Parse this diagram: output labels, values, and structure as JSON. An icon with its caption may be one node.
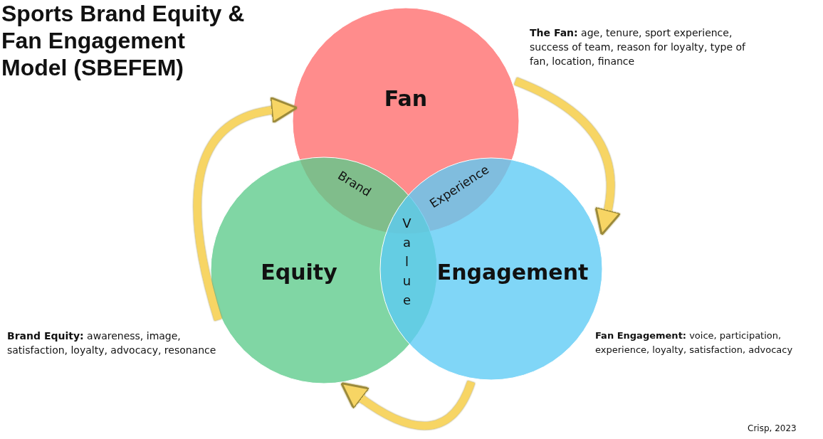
{
  "diagram": {
    "title": "Sports Brand Equity & Fan Engagement Model (SBEFEM)",
    "nodes": [
      {
        "text": [
          "Fan"
        ]
      },
      {
        "text": [
          "Equity"
        ]
      },
      {
        "text": [
          "Engagement"
        ]
      }
    ],
    "edges": [
      {
        "from": 0,
        "to": 2,
        "arrow": "to"
      },
      {
        "from": 2,
        "to": 1,
        "arrow": "to"
      },
      {
        "from": 1,
        "to": 0,
        "arrow": "to"
      }
    ],
    "labels": [
      "**The Fan:** age, tenure, sport experience, success of team, reason for loyalty, type of fan, location, finance",
      "Brand",
      "Experience",
      "Value",
      "**Brand Equity:** awareness, image, satisfaction, loyalty, advocacy, resonance",
      "**Fan Engagement:** voice, participation, experience, loyalty, satisfaction, advocacy",
      "Crisp, 2023"
    ]
  }
}
